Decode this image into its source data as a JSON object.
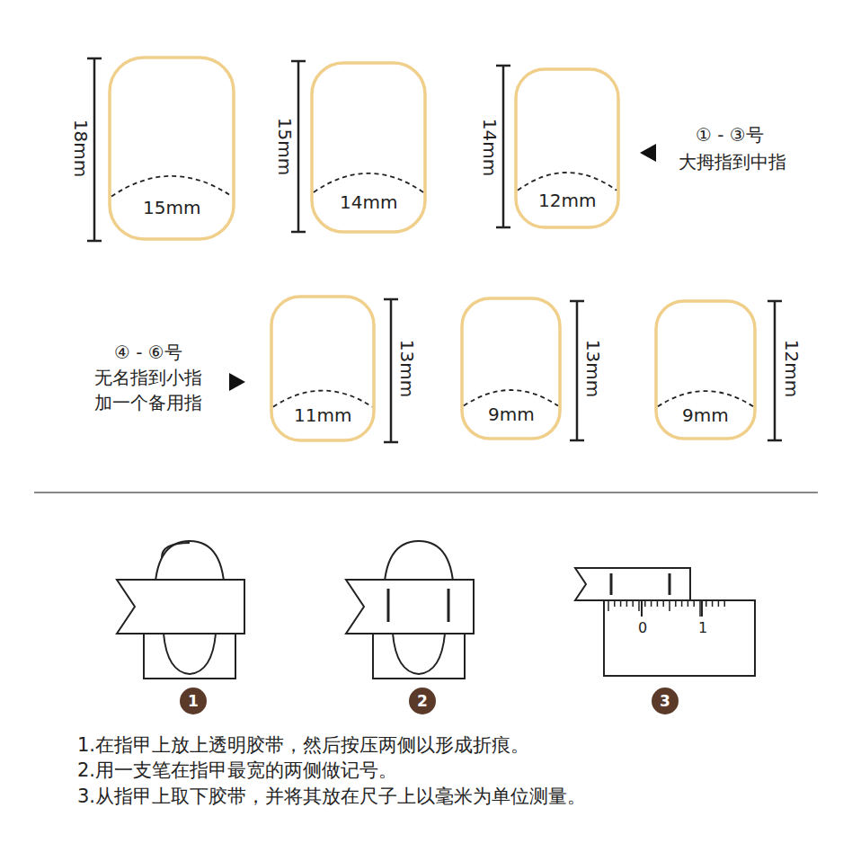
{
  "diagram": {
    "nodes": [
      {
        "text": [
          "15mm"
        ]
      },
      {
        "text": [
          "14mm"
        ]
      },
      {
        "text": [
          "12mm"
        ]
      },
      {
        "text": [
          "11mm"
        ]
      },
      {
        "text": [
          "9mm"
        ]
      },
      {
        "text": [
          "9mm"
        ]
      },
      {
        "text": [
          "1"
        ]
      },
      {
        "text": [
          "2"
        ]
      },
      {
        "text": [
          "3"
        ]
      }
    ],
    "labels": [
      "18mm",
      "15mm",
      "14mm",
      "① - ③号",
      "大拇指到中指",
      "④ - ⑥号",
      "无名指到小指",
      "加一个备用指",
      "13mm",
      "13mm",
      "12mm",
      "0",
      "1",
      "1.在指甲上放上透明胶带，然后按压两侧以形成折痕。",
      "2.用一支笔在指甲最宽的两侧做记号。",
      "3.从指甲上取下胶带，并将其放在尺子上以毫米为单位测量。"
    ]
  }
}
